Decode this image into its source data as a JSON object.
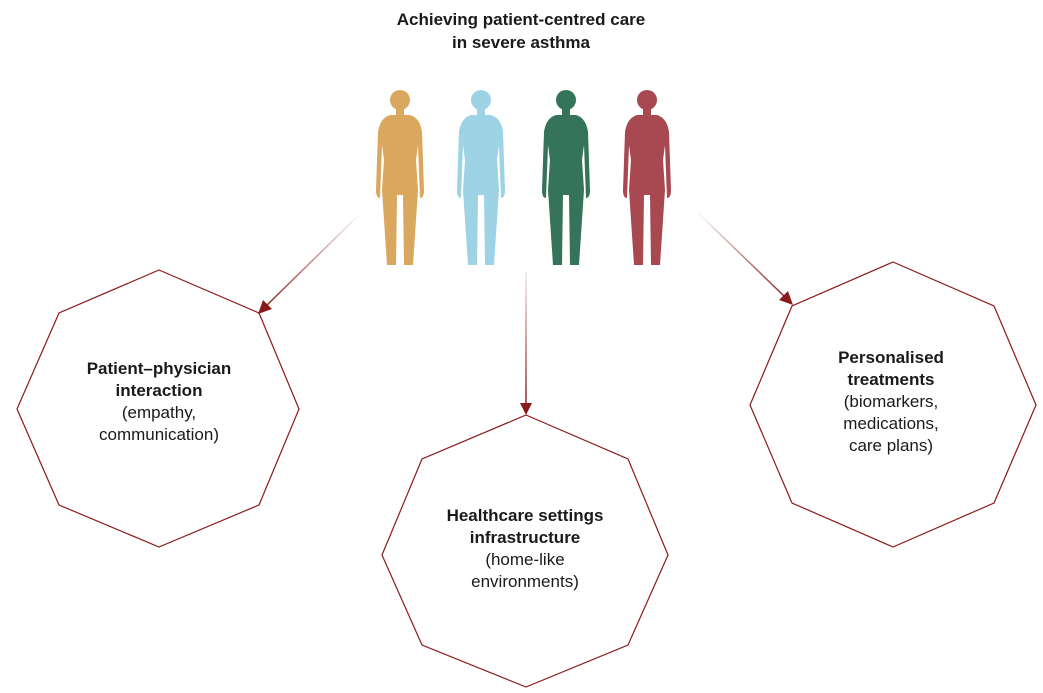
{
  "title": {
    "line1": "Achieving patient-centred care",
    "line2": "in severe asthma"
  },
  "colors": {
    "figure_1": "#d9a85e",
    "figure_2": "#9dd3e5",
    "figure_3": "#35735a",
    "figure_4": "#a84850",
    "outline": "#8b1a1a"
  },
  "nodes": {
    "left": {
      "bold": [
        "Patient–physician",
        "interaction"
      ],
      "sub": [
        "(empathy,",
        "communication)"
      ]
    },
    "middle": {
      "bold": [
        "Healthcare settings",
        "infrastructure"
      ],
      "sub": [
        "(home-like",
        "environments)"
      ]
    },
    "right": {
      "bold": [
        "Personalised",
        "treatments"
      ],
      "sub": [
        "(biomarkers,",
        "medications,",
        "care plans)"
      ]
    }
  }
}
